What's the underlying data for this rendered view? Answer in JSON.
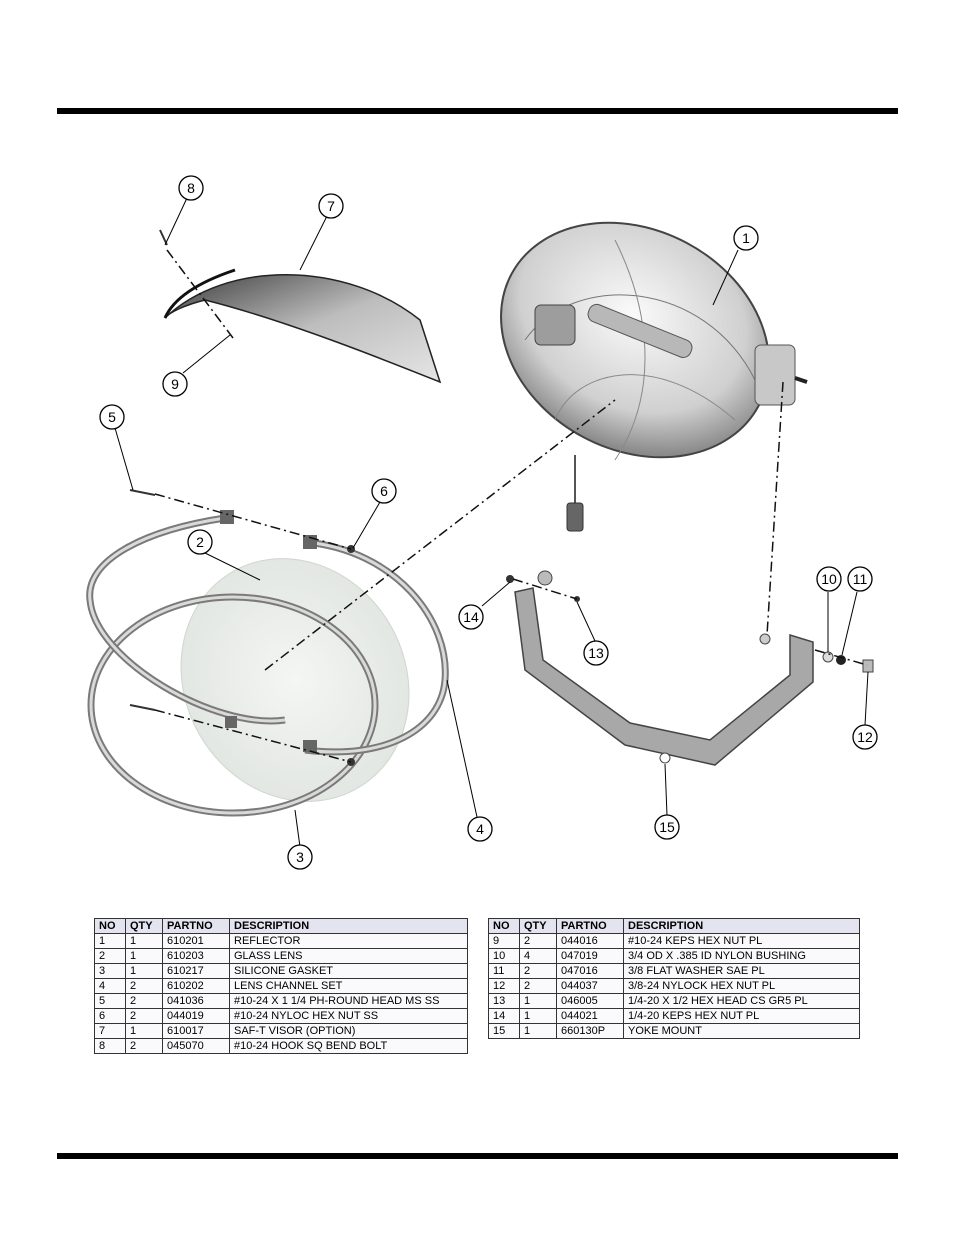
{
  "callouts": [
    "1",
    "2",
    "3",
    "4",
    "5",
    "6",
    "7",
    "8",
    "9",
    "10",
    "11",
    "12",
    "13",
    "14",
    "15"
  ],
  "table": {
    "headers": [
      "NO",
      "QTY",
      "PARTNO",
      "DESCRIPTION"
    ],
    "left_rows": [
      [
        "1",
        "1",
        "610201",
        "REFLECTOR"
      ],
      [
        "2",
        "1",
        "610203",
        "GLASS LENS"
      ],
      [
        "3",
        "1",
        "610217",
        "SILICONE GASKET"
      ],
      [
        "4",
        "2",
        "610202",
        "LENS CHANNEL SET"
      ],
      [
        "5",
        "2",
        "041036",
        "#10-24 X 1 1/4 PH-ROUND HEAD MS SS"
      ],
      [
        "6",
        "2",
        "044019",
        "#10-24 NYLOC HEX NUT SS"
      ],
      [
        "7",
        "1",
        "610017",
        "SAF-T VISOR (OPTION)"
      ],
      [
        "8",
        "2",
        "045070",
        "#10-24 HOOK SQ BEND BOLT"
      ]
    ],
    "right_rows": [
      [
        "9",
        "2",
        "044016",
        "#10-24 KEPS HEX NUT PL"
      ],
      [
        "10",
        "4",
        "047019",
        "3/4 OD X .385 ID NYLON BUSHING"
      ],
      [
        "11",
        "2",
        "047016",
        "3/8 FLAT WASHER SAE PL"
      ],
      [
        "12",
        "2",
        "044037",
        "3/8-24 NYLOCK HEX NUT PL"
      ],
      [
        "13",
        "1",
        "046005",
        "1/4-20 X 1/2 HEX HEAD CS GR5 PL"
      ],
      [
        "14",
        "1",
        "044021",
        "1/4-20 KEPS HEX NUT PL"
      ],
      [
        "15",
        "1",
        "660130P",
        "YOKE MOUNT"
      ]
    ]
  }
}
